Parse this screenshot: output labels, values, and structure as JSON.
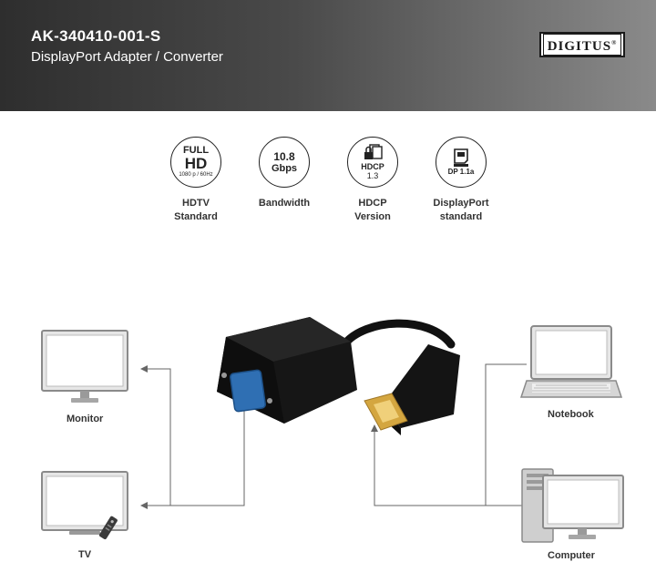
{
  "header": {
    "sku": "AK-340410-001-S",
    "subtitle": "DisplayPort Adapter / Converter",
    "brand": "DIGITUS",
    "brand_mark": "®"
  },
  "features": [
    {
      "icon": "full-hd-icon",
      "line1": "FULL",
      "line2": "HD",
      "line3": "1080 p / 60Hz",
      "label": "HDTV\nStandard"
    },
    {
      "icon": "bandwidth-icon",
      "line1": "10.8",
      "line2": "Gbps",
      "label": "Bandwidth"
    },
    {
      "icon": "hdcp-icon",
      "line1": "HDCP",
      "line2": "1.3",
      "label": "HDCP\nVersion"
    },
    {
      "icon": "displayport-icon",
      "line1": "DP 1.1a",
      "label": "DisplayPort\nstandard"
    }
  ],
  "devices": {
    "monitor": "Monitor",
    "tv": "TV",
    "notebook": "Notebook",
    "computer": "Computer"
  },
  "colors": {
    "header_dark": "#2e2e2e",
    "header_light": "#8a8a8a",
    "line": "#666666",
    "vga_blue": "#2f6fb3",
    "gold": "#d4a640"
  }
}
